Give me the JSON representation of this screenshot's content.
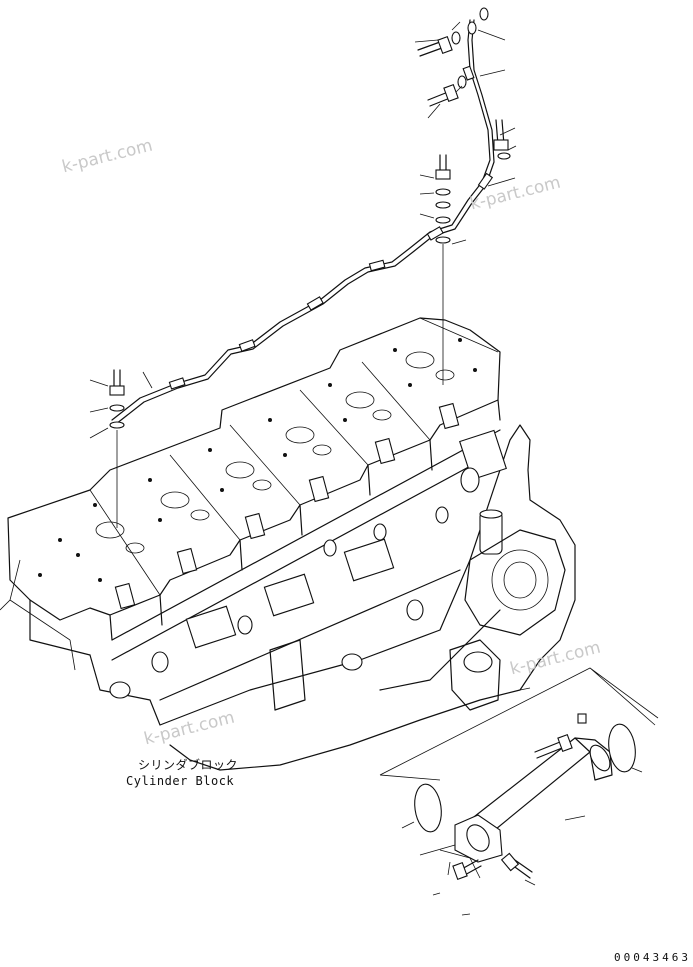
{
  "watermarks": [
    "k-part.com",
    "k-part.com",
    "k-part.com",
    "k-part.com"
  ],
  "labels": {
    "block_jp": "シリンダブロック",
    "block_en": "Cylinder Block"
  },
  "document_number": "00043463"
}
